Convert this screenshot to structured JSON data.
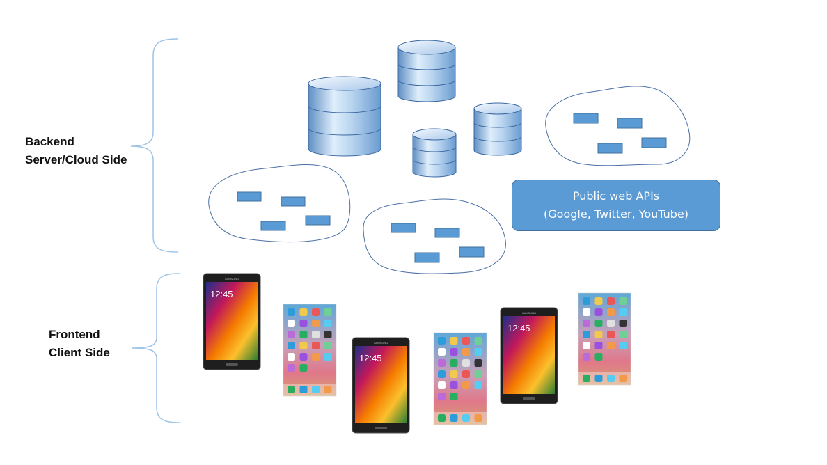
{
  "labels": {
    "backend": [
      "Backend",
      "Server/Cloud Side"
    ],
    "frontend": [
      "Frontend",
      "Client Side"
    ]
  },
  "api_box": {
    "line1": "Public web APIs",
    "line2": "(Google, Twitter, YouTube)"
  },
  "tablet_screen": {
    "time": "12:45",
    "brand": "SAMSUNG"
  },
  "colors": {
    "bracket": "#9dc3e6",
    "cloud_outline": "#4a6fa5",
    "server_rect": "#5b9bd5",
    "api_box": "#5b9bd5",
    "db_light": "#e8f2fb",
    "db_dark": "#6d9ac9"
  }
}
